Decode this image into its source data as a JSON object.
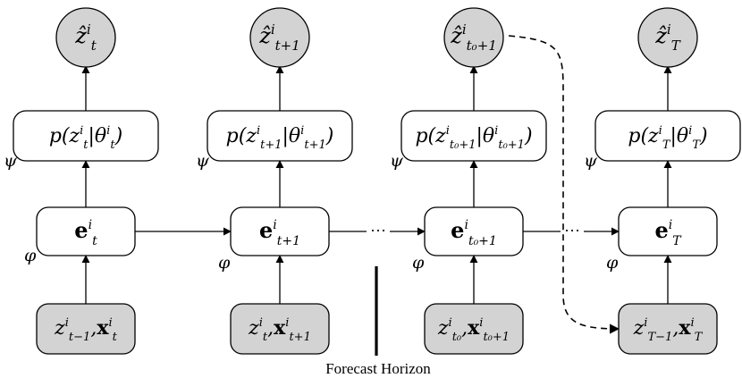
{
  "columns": [
    {
      "output": {
        "base": "ẑ",
        "sup": "i",
        "sub": "t"
      },
      "dist": {
        "text": "p(z",
        "sup1": "i",
        "sub1": "t",
        "mid": "|θ",
        "sup2": "i",
        "sub2": "t",
        "close": ")"
      },
      "embed": {
        "base": "e",
        "sup": "i",
        "sub": "t"
      },
      "input": {
        "z": "z",
        "zsup": "i",
        "zsub": "t−1",
        "comma": ",",
        "x": "x",
        "xsup": "i",
        "xsub": "t"
      }
    },
    {
      "output": {
        "base": "ẑ",
        "sup": "i",
        "sub": "t+1"
      },
      "dist": {
        "text": "p(z",
        "sup1": "i",
        "sub1": "t+1",
        "mid": "|θ",
        "sup2": "i",
        "sub2": "t+1",
        "close": ")"
      },
      "embed": {
        "base": "e",
        "sup": "i",
        "sub": "t+1"
      },
      "input": {
        "z": "z",
        "zsup": "i",
        "zsub": "t",
        "comma": ",",
        "x": "x",
        "xsup": "i",
        "xsub": "t+1"
      }
    },
    {
      "output": {
        "base": "ẑ",
        "sup": "i",
        "sub": "t₀+1"
      },
      "dist": {
        "text": "p(z",
        "sup1": "i",
        "sub1": "t₀+1",
        "mid": "|θ",
        "sup2": "i",
        "sub2": "t₀+1",
        "close": ")"
      },
      "embed": {
        "base": "e",
        "sup": "i",
        "sub": "t₀+1"
      },
      "input": {
        "z": "z",
        "zsup": "i",
        "zsub": "t₀",
        "comma": ",",
        "x": "x",
        "xsup": "i",
        "xsub": "t₀+1"
      }
    },
    {
      "output": {
        "base": "ẑ",
        "sup": "i",
        "sub": "T"
      },
      "dist": {
        "text": "p(z",
        "sup1": "i",
        "sub1": "T",
        "mid": "|θ",
        "sup2": "i",
        "sub2": "T",
        "close": ")"
      },
      "embed": {
        "base": "e",
        "sup": "i",
        "sub": "T"
      },
      "input": {
        "z": "z",
        "zsup": "i",
        "zsub": "T−1",
        "comma": ",",
        "x": "x",
        "xsup": "i",
        "xsub": "T"
      }
    }
  ],
  "psi_label": "ψ",
  "phi_label": "φ",
  "ellipsis": "···",
  "forecast_horizon_label": "Forecast Horizon",
  "colors": {
    "shaded_fill": "#d3d3d3",
    "stroke": "#000000",
    "box_fill": "#ffffff"
  }
}
